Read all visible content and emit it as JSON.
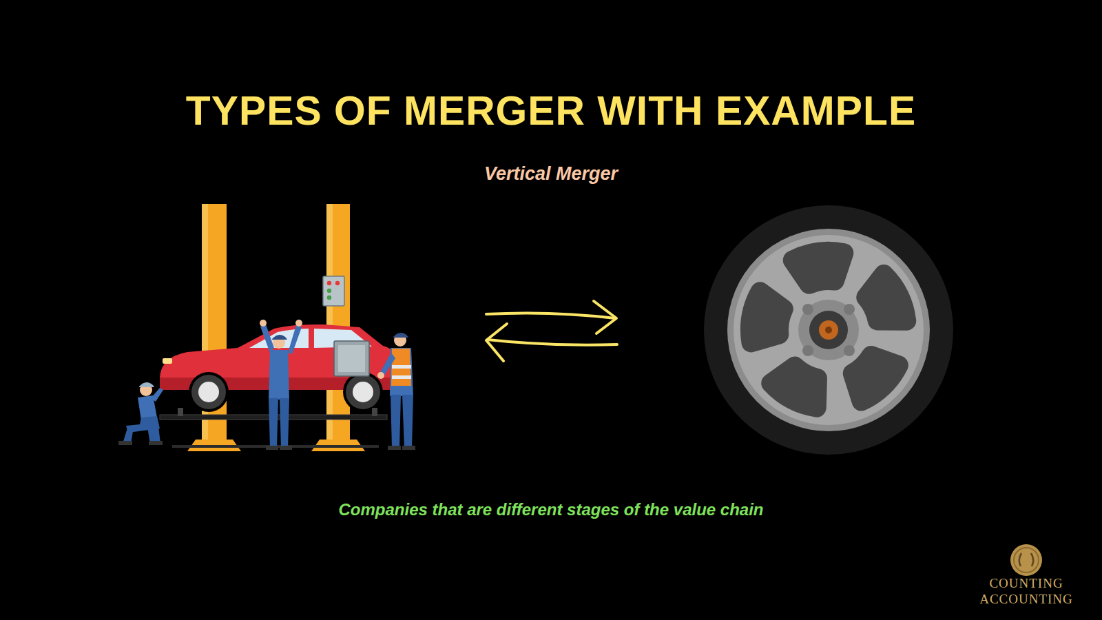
{
  "diagram": {
    "title": "TYPES OF MERGER WITH EXAMPLE",
    "caption": "Companies that are different stages of the value chain",
    "labels": [
      "Vertical Merger",
      "COUNTING ACCOUNTING"
    ]
  }
}
